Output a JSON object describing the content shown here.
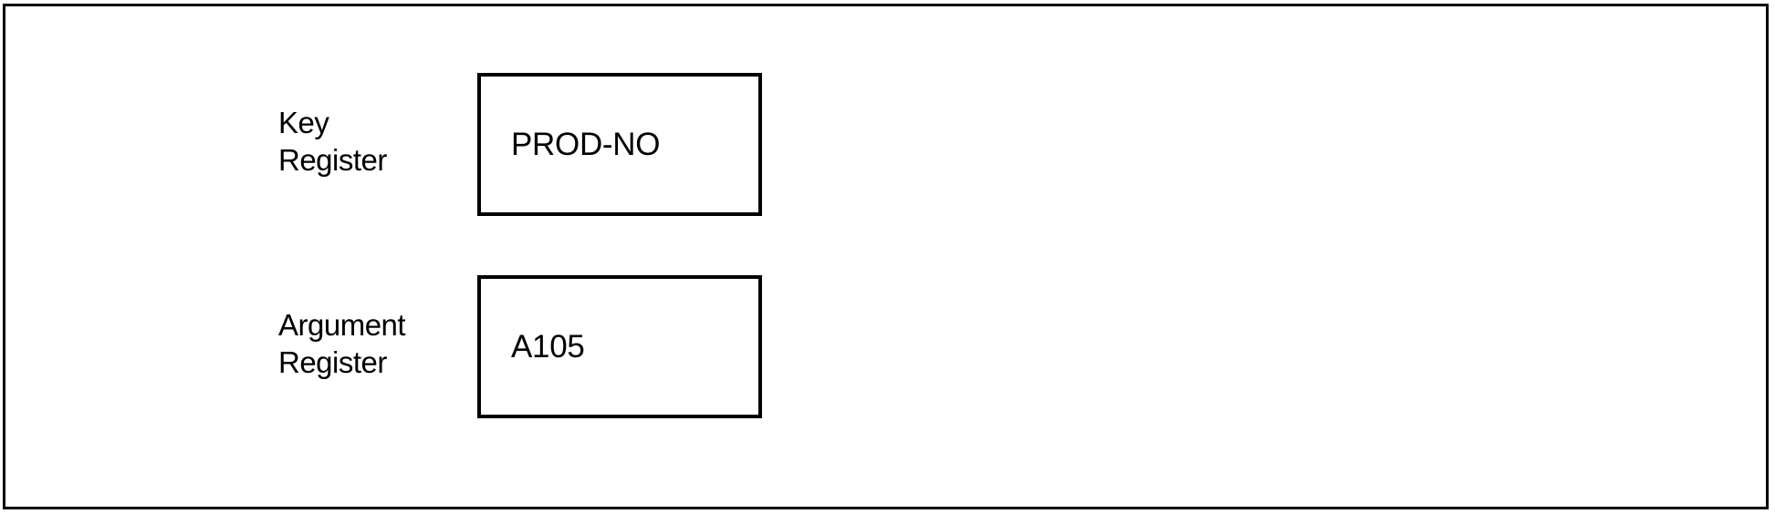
{
  "registers": [
    {
      "label_line1": "Key",
      "label_line2": "Register",
      "value": "PROD-NO"
    },
    {
      "label_line1": "Argument",
      "label_line2": "Register",
      "value": "A105"
    }
  ]
}
